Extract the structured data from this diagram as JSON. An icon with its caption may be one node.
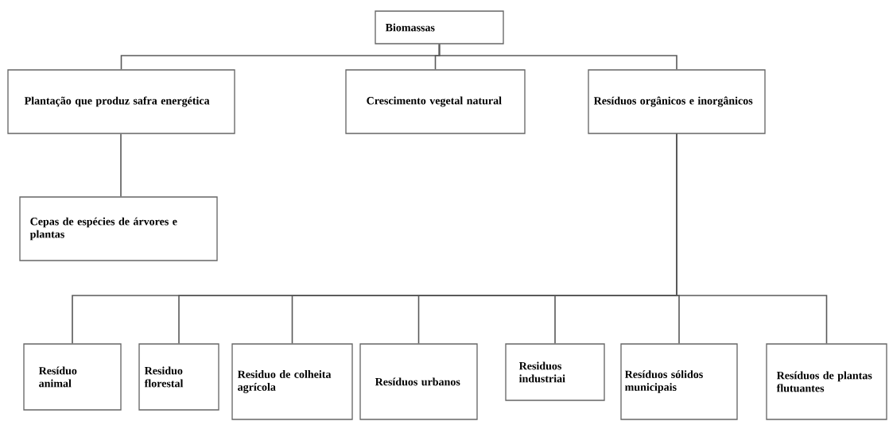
{
  "diagram": {
    "nodes": [
      {
        "text": [
          "Biomassas"
        ]
      },
      {
        "text": [
          "Plantação que produz safra energética"
        ]
      },
      {
        "text": [
          "Crescimento vegetal natural"
        ]
      },
      {
        "text": [
          "Resíduos orgânicos e inorgânicos"
        ]
      },
      {
        "text": [
          "Cepas de espécies de árvores e plantas"
        ]
      },
      {
        "text": [
          "Resíduo animal"
        ]
      },
      {
        "text": [
          "Residuo florestal"
        ]
      },
      {
        "text": [
          "Residuo de colheita agrícola"
        ]
      },
      {
        "text": [
          "Resíduos urbanos"
        ]
      },
      {
        "text": [
          "Residuos industriai"
        ]
      },
      {
        "text": [
          "Resíduos sólidos municipais"
        ]
      },
      {
        "text": [
          "Resíduos de plantas flutuantes"
        ]
      }
    ],
    "edges": [
      {
        "from": 0,
        "to": 1,
        "arrow": "none"
      },
      {
        "from": 0,
        "to": 2,
        "arrow": "none"
      },
      {
        "from": 0,
        "to": 3,
        "arrow": "none"
      },
      {
        "from": 1,
        "to": 4,
        "arrow": "none"
      },
      {
        "from": 3,
        "to": 5,
        "arrow": "none"
      },
      {
        "from": 3,
        "to": 6,
        "arrow": "none"
      },
      {
        "from": 3,
        "to": 7,
        "arrow": "none"
      },
      {
        "from": 3,
        "to": 8,
        "arrow": "none"
      },
      {
        "from": 3,
        "to": 9,
        "arrow": "none"
      },
      {
        "from": 3,
        "to": 10,
        "arrow": "none"
      },
      {
        "from": 3,
        "to": 11,
        "arrow": "none"
      }
    ]
  }
}
